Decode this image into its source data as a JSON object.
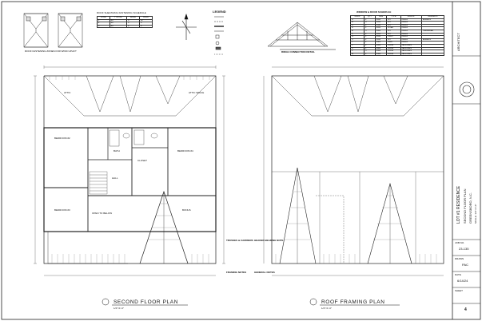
{
  "titleblock": {
    "firm_name": "ARCHITECT",
    "project": "LOT #1 RESIDENCE",
    "sheet_title": "SECOND FLOOR PLAN",
    "location": "GREENSBORO, N.C.",
    "scale": "SCALE: 1/4\"=1'-0\"",
    "job_no": "23-135",
    "drawn_by": "PAC",
    "date": "6/14/24",
    "sheet_no": "4",
    "date_label": "DATE",
    "job_label": "JOB NO.",
    "drawn_label": "DRAWN",
    "sheet_label": "SHEET"
  },
  "drawing_titles": {
    "second_floor": "SECOND FLOOR PLAN",
    "roof_framing": "ROOF FRAMING PLAN",
    "ridge_detail": "RIDGE CONNECTION DETAIL",
    "roof_fastening": "ROOF FASTENING ZONES FOR WIND UPLIFT",
    "legend": "LEGEND",
    "second_floor_scale": "1/4\"=1'-0\"",
    "roof_scale": "1/4\"=1'-0\""
  },
  "roof_schedule": {
    "title": "ROOF SHEATHING FASTENING SCHEDULE",
    "headers": [
      "ZONE",
      "TYPICAL",
      "EDGE",
      "FIELD"
    ],
    "rows": [
      [
        "1",
        "8d",
        "6\"",
        "12\""
      ],
      [
        "2",
        "8d",
        "6\"",
        "6\""
      ],
      [
        "3",
        "8d",
        "4\"",
        "4\""
      ]
    ]
  },
  "window_schedule": {
    "title": "WINDOW & DOOR SCHEDULE",
    "headers": [
      "MARK",
      "QTY",
      "SIZE",
      "TYPE",
      "MANUF.",
      "REMARKS"
    ],
    "rows": [
      [
        "A",
        "2",
        "2840",
        "DH",
        "PELLA",
        "EGRESS"
      ],
      [
        "B",
        "4",
        "3050",
        "DH",
        "PELLA",
        ""
      ],
      [
        "C",
        "2",
        "2440",
        "DH",
        "PELLA",
        ""
      ],
      [
        "D",
        "1",
        "2030",
        "FIXED",
        "PELLA",
        ""
      ],
      [
        "E",
        "3",
        "3060",
        "DH",
        "PELLA",
        "TEMPERED"
      ],
      [
        "F",
        "2",
        "2850",
        "DH",
        "PELLA",
        ""
      ],
      [
        "G",
        "1",
        "2640",
        "CSMT",
        "PELLA",
        ""
      ],
      [
        "H",
        "2",
        "3040",
        "DH",
        "PELLA",
        "EGRESS"
      ],
      [
        "I",
        "1",
        "2020",
        "AWN",
        "PELLA",
        ""
      ],
      [
        "J",
        "2",
        "2068",
        "DOOR",
        "JELD-WEN",
        ""
      ],
      [
        "K",
        "1",
        "2868",
        "DOOR",
        "JELD-WEN",
        ""
      ],
      [
        "L",
        "3",
        "2668",
        "DOOR",
        "JELD-WEN",
        ""
      ],
      [
        "M",
        "1",
        "2468",
        "DOOR",
        "JELD-WEN",
        ""
      ]
    ]
  },
  "rooms": {
    "bedroom2": "BEDROOM #2",
    "bedroom3": "BEDROOM #3",
    "bedroom4": "BEDROOM #4",
    "bath": "BATH",
    "hall": "HALL",
    "attic": "ATTIC",
    "bonus": "BONUS",
    "closet": "CLOSET",
    "attic_space": "ATTIC SPACE",
    "open_to_below": "OPEN TO BELOW"
  },
  "notes": {
    "trusses": "TRUSSES & CARRIERS",
    "header_note": "HEADER BEARING NOTE",
    "framing_notes": "FRAMING NOTES",
    "general": "GENERAL NOTES"
  }
}
